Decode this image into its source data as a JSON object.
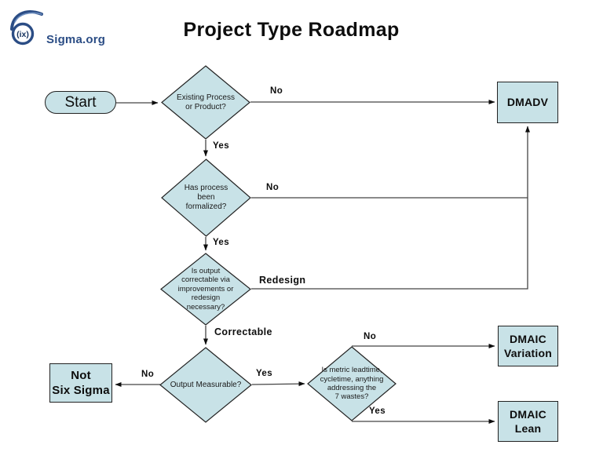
{
  "logo": {
    "symbol_text": "(ix)",
    "name": "Sigma.org"
  },
  "title": "Project Type Roadmap",
  "colors": {
    "node_fill": "#c8e2e7",
    "node_border": "#222222",
    "connector": "#444444",
    "logo_blue": "#2b4d85"
  },
  "nodes": {
    "start": {
      "label": "Start"
    },
    "existing_process": {
      "label": "Existing Process\nor Product?"
    },
    "process_formalized": {
      "label": "Has process\nbeen\nformalized?"
    },
    "output_correctable": {
      "label": "Is output\ncorrectable via\nimprovements or\nredesign\nnecessary?"
    },
    "output_measurable": {
      "label": "Output Measurable?"
    },
    "metric_leadtime": {
      "label": "Is metric leadtime,\ncycletime, anything\naddressing the\n7 wastes?"
    },
    "dmadv": {
      "label": "DMADV"
    },
    "not_six_sigma": {
      "label": "Not\nSix Sigma"
    },
    "dmaic_variation": {
      "label": "DMAIC\nVariation"
    },
    "dmaic_lean": {
      "label": "DMAIC\nLean"
    }
  },
  "edge_labels": {
    "existing_no": "No",
    "existing_yes": "Yes",
    "formalized_no": "No",
    "formalized_yes": "Yes",
    "correctable_redesign": "Redesign",
    "correctable_correctable": "Correctable",
    "measurable_no": "No",
    "measurable_yes": "Yes",
    "metric_no": "No",
    "metric_yes": "Yes"
  }
}
